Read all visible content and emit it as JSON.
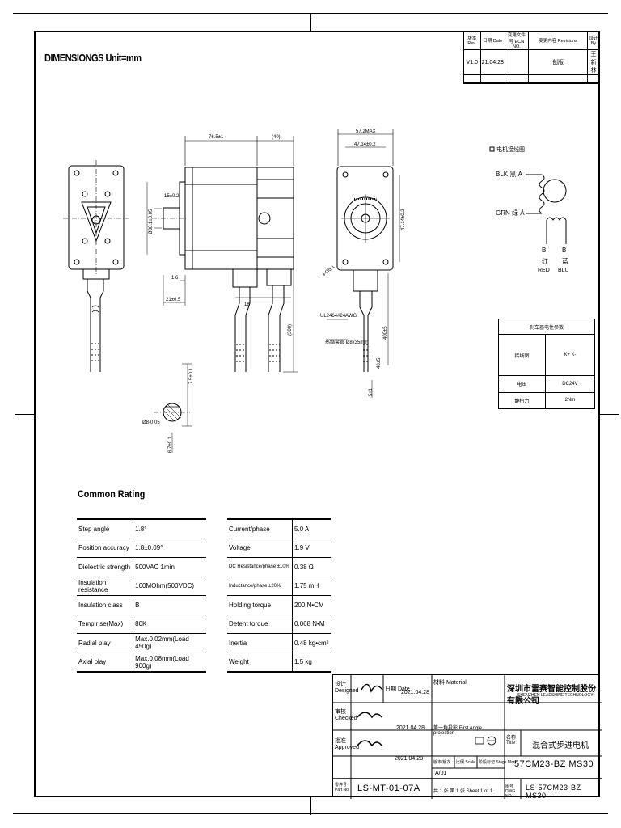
{
  "header": {
    "dimensions_unit": "DIMENSIONGS Unit=mm"
  },
  "revision_table": {
    "headers": [
      "版本 Rev.",
      "日期 Date",
      "变更文件号 ECN NO.",
      "变更内容 Revisions",
      "设计 By"
    ],
    "row": [
      "V1.0",
      "21.04.28",
      "",
      "创版",
      "王新林"
    ]
  },
  "drawing": {
    "dim_length": "76.5±1",
    "dim_cable_offset": "(40)",
    "dim_width": "57.2MAX",
    "dim_hole_spacing": "47.14±0.2",
    "dim_hole_spacing_v": "47.14±0.2",
    "dim_flange": "15±0.2",
    "dim_shaft": "Ø38.1±0.05",
    "dim_flange_thk": "1.6",
    "dim_shaft_len": "21±0.5",
    "dim_connector": "18",
    "dim_cable_len": "(300)",
    "dim_cable_len2": "400±5",
    "dim_hole": "4-Ø5.1",
    "cable_spec": "UL2464#24AWG",
    "tube_label": "热缩套管 Ø8x35mm",
    "dim_strip": "40±5",
    "dim_shaft_flat": "7.5±0.1",
    "dim_shaft_dia": "Ø8-0.05",
    "dim_tip": "5±1",
    "dim_flat_h": "6.7±0.1"
  },
  "wiring": {
    "title": "电机接线图",
    "labels": [
      {
        "id": "blk",
        "text": "BLK  黑  A"
      },
      {
        "id": "grn",
        "text": "GRN  绿  Ā"
      },
      {
        "id": "b",
        "text": "B"
      },
      {
        "id": "bbar",
        "text": "B̄"
      },
      {
        "id": "red_cn",
        "text": "红"
      },
      {
        "id": "blu_cn",
        "text": "蓝"
      },
      {
        "id": "red",
        "text": "RED"
      },
      {
        "id": "blu",
        "text": "BLU"
      }
    ]
  },
  "electrical": {
    "title": "刹车器电性参数",
    "row1_label": "接线图",
    "row1_pins": "K+  K-",
    "voltage_label": "电压",
    "voltage_value": "DC24V",
    "torque_label": "静扭力",
    "torque_value": "2Nm"
  },
  "rating": {
    "title": "Common Rating",
    "left": [
      [
        "Step angle",
        "1.8°"
      ],
      [
        "Position accuracy",
        "1.8±0.09°"
      ],
      [
        "Dielectric strength",
        "500VAC 1min"
      ],
      [
        "Insulation resistance",
        "100MOhm(500VDC)"
      ],
      [
        "Insulation class",
        "B"
      ],
      [
        "Temp rise(Max)",
        "80K"
      ],
      [
        "Radial play",
        "Max.0.02mm(Load 450g)"
      ],
      [
        "Axial play",
        "Max.0.08mm(Load 900g)"
      ]
    ],
    "right": [
      [
        "Current/phase",
        "5.0 A"
      ],
      [
        "Voltage",
        "1.9 V"
      ],
      [
        "DC Resistance/phase ±10%",
        "0.38 Ω"
      ],
      [
        "Inductance/phase ±20%",
        "1.75 mH"
      ],
      [
        "Holding torque",
        "200 N•CM"
      ],
      [
        "Detent torque",
        "0.068 N•M"
      ],
      [
        "Inertia",
        "0.48 kg•cm²"
      ],
      [
        "Weight",
        "1.5 kg"
      ]
    ]
  },
  "title_block": {
    "designed_label": "设计 Designed",
    "designed_date": "2021.04.28",
    "checked_label": "审核 Checked",
    "checked_date": "2021.04.28",
    "approved_label": "批准 Approved",
    "approved_date": "2021.04.28",
    "date_label": "日期 Date",
    "material_label": "材料 Material",
    "projection_label": "第一角投影 First Angle projection",
    "version_label": "版本/版次",
    "scale_label": "比例 Scale",
    "stage_label": "阶段标记 Stage Mark",
    "version_value": "A/01",
    "company_cn": "深圳市雷赛智能控制股份有限公司",
    "company_en": "SHENZHEN LEADSHINE TECHNOLOGY CO., LTD.",
    "title_label": "名称 Title",
    "title_value": "混合式步进电机",
    "model": "57CM23-BZ MS30",
    "part_no_label": "零件号 Part No.",
    "part_no": "LS-MT-01-07A",
    "sheet_text": "共 1 张 第 1 张   Sheet 1 of 1",
    "dwg_no_label": "图号 DWG. NO.",
    "dwg_no": "LS-57CM23-BZ MS30"
  }
}
